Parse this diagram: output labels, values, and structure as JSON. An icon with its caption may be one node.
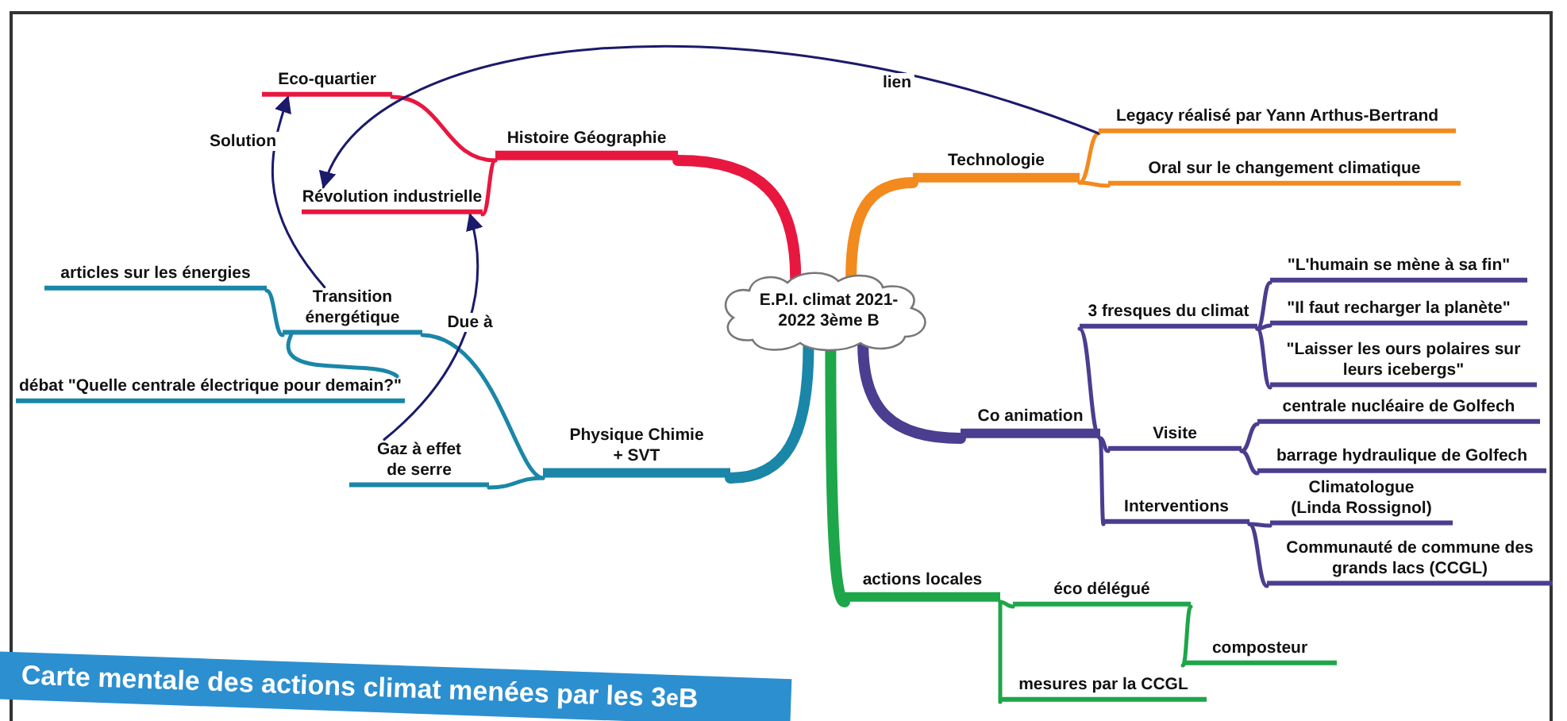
{
  "diagram": {
    "caption": "Carte mentale des actions climat menées par les 3$^{e}$B",
    "nodes": [
      {
        "text": [
          "E.P.I. climat 2021-2022 3ème B"
        ]
      },
      {
        "text": [
          "Histoire Géographie"
        ]
      },
      {
        "text": [
          "Eco-quartier"
        ]
      },
      {
        "text": [
          "Révolution industrielle"
        ]
      },
      {
        "text": [
          "Technologie"
        ]
      },
      {
        "text": [
          "Legacy réalisé par Yann Arthus-Bertrand"
        ]
      },
      {
        "text": [
          "Oral sur le changement climatique"
        ]
      },
      {
        "text": [
          "Physique Chimie + SVT"
        ]
      },
      {
        "text": [
          "Transition énergétique"
        ]
      },
      {
        "text": [
          "articles sur les énergies"
        ]
      },
      {
        "text": [
          "débat  \"Quelle centrale électrique pour demain?\""
        ]
      },
      {
        "text": [
          "Gaz à effet de serre"
        ]
      },
      {
        "text": [
          "Co animation"
        ]
      },
      {
        "text": [
          "3 fresques du climat"
        ]
      },
      {
        "text": [
          "\"L'humain se mène à sa fin\""
        ]
      },
      {
        "text": [
          "\"Il faut recharger la planète\""
        ]
      },
      {
        "text": [
          "\"Laisser les ours polaires sur leurs icebergs\""
        ]
      },
      {
        "text": [
          "Visite"
        ]
      },
      {
        "text": [
          "centrale nucléaire de Golfech"
        ]
      },
      {
        "text": [
          "barrage hydraulique de Golfech"
        ]
      },
      {
        "text": [
          "Interventions"
        ]
      },
      {
        "text": [
          "Climatologue (Linda Rossignol)"
        ]
      },
      {
        "text": [
          "Communauté de commune des grands lacs (CCGL)"
        ]
      },
      {
        "text": [
          "actions locales"
        ]
      },
      {
        "text": [
          "éco délégué"
        ]
      },
      {
        "text": [
          "composteur"
        ]
      },
      {
        "text": [
          "mesures par la CCGL"
        ]
      }
    ],
    "edges": [
      {
        "from": 0,
        "to": 1,
        "arrow": "none",
        "style": "thick",
        "color": "#e8173f"
      },
      {
        "from": 1,
        "to": 2,
        "arrow": "none",
        "color": "#e8173f"
      },
      {
        "from": 1,
        "to": 3,
        "arrow": "none",
        "color": "#e8173f"
      },
      {
        "from": 0,
        "to": 4,
        "arrow": "none",
        "style": "thick",
        "color": "#f28a1e"
      },
      {
        "from": 4,
        "to": 5,
        "arrow": "none",
        "color": "#f28a1e"
      },
      {
        "from": 4,
        "to": 6,
        "arrow": "none",
        "color": "#f28a1e"
      },
      {
        "from": 0,
        "to": 7,
        "arrow": "none",
        "style": "thick",
        "color": "#1a86a8"
      },
      {
        "from": 7,
        "to": 8,
        "arrow": "none",
        "color": "#1a86a8"
      },
      {
        "from": 8,
        "to": 9,
        "arrow": "none",
        "color": "#1a86a8"
      },
      {
        "from": 8,
        "to": 10,
        "arrow": "none",
        "color": "#1a86a8"
      },
      {
        "from": 7,
        "to": 11,
        "arrow": "none",
        "color": "#1a86a8"
      },
      {
        "from": 0,
        "to": 12,
        "arrow": "none",
        "style": "thick"
      },
      {
        "from": 12,
        "to": 13,
        "arrow": "none"
      },
      {
        "from": 13,
        "to": 14,
        "arrow": "none"
      },
      {
        "from": 13,
        "to": 15,
        "arrow": "none"
      },
      {
        "from": 13,
        "to": 16,
        "arrow": "none"
      },
      {
        "from": 12,
        "to": 17,
        "arrow": "none"
      },
      {
        "from": 17,
        "to": 18,
        "arrow": "none"
      },
      {
        "from": 17,
        "to": 19,
        "arrow": "none"
      },
      {
        "from": 12,
        "to": 20,
        "arrow": "none"
      },
      {
        "from": 20,
        "to": 21,
        "arrow": "none"
      },
      {
        "from": 20,
        "to": 22,
        "arrow": "none"
      },
      {
        "from": 0,
        "to": 23,
        "arrow": "none",
        "style": "thick",
        "color": "#1ea64a"
      },
      {
        "from": 23,
        "to": 24,
        "arrow": "none",
        "color": "#1ea64a"
      },
      {
        "from": 24,
        "to": 25,
        "arrow": "none",
        "color": "#1ea64a"
      },
      {
        "from": 23,
        "to": 26,
        "arrow": "none",
        "color": "#1ea64a"
      },
      {
        "from": 5,
        "to": 3,
        "arrow": "to",
        "label": "lien",
        "color": "#1b1a6b"
      },
      {
        "from": 8,
        "to": 2,
        "arrow": "to",
        "label": "Solution",
        "color": "#1b1a6b"
      },
      {
        "from": 11,
        "to": 3,
        "arrow": "to",
        "label": "Due à",
        "color": "#1b1a6b"
      }
    ]
  }
}
